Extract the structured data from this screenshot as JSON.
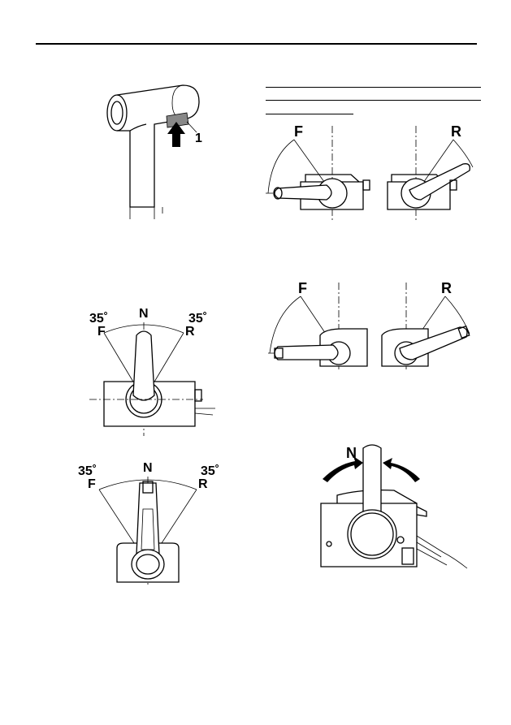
{
  "page": {
    "header_rule": true
  },
  "figures": {
    "throttle_grip": {
      "callout": "1"
    },
    "side_mount_top": {
      "left_label": "F",
      "right_label": "R"
    },
    "side_mount_bottom": {
      "left_label": "F",
      "right_label": "R"
    },
    "binnacle_side": {
      "center_label": "N",
      "left_label": "F",
      "right_label": "R",
      "left_angle": "35˚",
      "right_angle": "35˚"
    },
    "binnacle_front": {
      "center_label": "N",
      "left_label": "F",
      "right_label": "R",
      "left_angle": "35˚",
      "right_angle": "35˚"
    },
    "remote_control_box": {
      "center_label": "N"
    }
  }
}
